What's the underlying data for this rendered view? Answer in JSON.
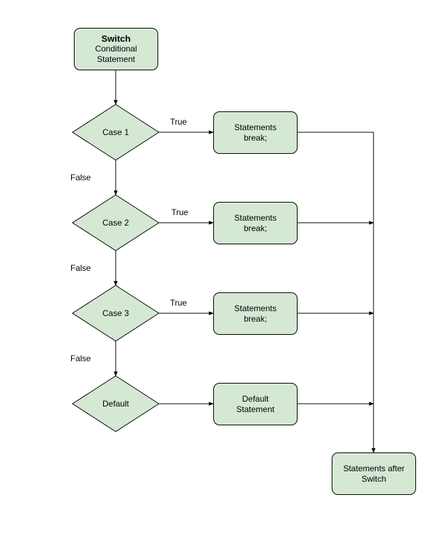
{
  "start": {
    "title": "Switch",
    "line1": "Conditional",
    "line2": "Statement"
  },
  "cases": [
    {
      "label": "Case 1",
      "action_line1": "Statements",
      "action_line2": "break;",
      "true_label": "True",
      "false_label": "False"
    },
    {
      "label": "Case 2",
      "action_line1": "Statements",
      "action_line2": "break;",
      "true_label": "True",
      "false_label": "False"
    },
    {
      "label": "Case 3",
      "action_line1": "Statements",
      "action_line2": "break;",
      "true_label": "True",
      "false_label": "False"
    },
    {
      "label": "Default",
      "action_line1": "Default",
      "action_line2": "Statement"
    }
  ],
  "end": {
    "line1": "Statements after",
    "line2": "Switch"
  },
  "colors": {
    "fill": "#d5e8d4",
    "stroke": "#000000"
  }
}
